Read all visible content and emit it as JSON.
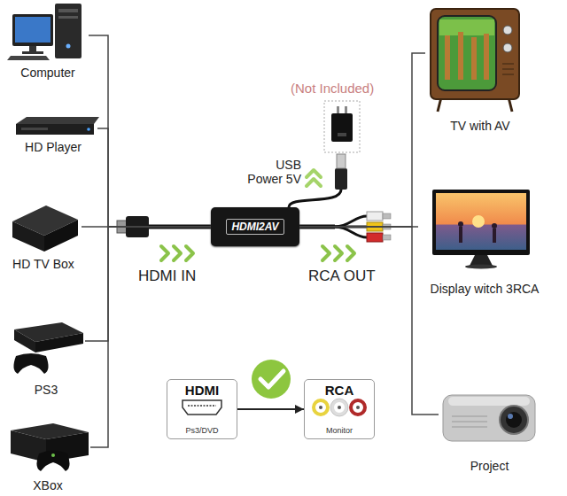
{
  "diagram": {
    "nodes": [
      {
        "text": [
          "Computer"
        ]
      },
      {
        "text": [
          "HD Player"
        ]
      },
      {
        "text": [
          "HD TV Box"
        ]
      },
      {
        "text": [
          "PS3"
        ]
      },
      {
        "text": [
          "XBox"
        ]
      },
      {
        "text": [
          "HDMI2AV"
        ]
      },
      {
        "text": [
          "TV with AV"
        ]
      },
      {
        "text": [
          "Display witch 3RCA"
        ]
      },
      {
        "text": [
          "Project"
        ]
      },
      {
        "text": [
          "HDMI",
          "Ps3/DVD"
        ]
      },
      {
        "text": [
          "RCA",
          "Monitor"
        ]
      }
    ],
    "edges": [
      {
        "from": 0,
        "to": 5,
        "arrow": "none"
      },
      {
        "from": 1,
        "to": 5,
        "arrow": "none"
      },
      {
        "from": 2,
        "to": 5,
        "arrow": "none"
      },
      {
        "from": 3,
        "to": 5,
        "arrow": "none"
      },
      {
        "from": 4,
        "to": 5,
        "arrow": "none"
      },
      {
        "from": 5,
        "to": 6,
        "arrow": "none"
      },
      {
        "from": 5,
        "to": 7,
        "arrow": "none"
      },
      {
        "from": 5,
        "to": 8,
        "arrow": "none"
      },
      {
        "from": 9,
        "to": 10,
        "arrow": "to"
      }
    ],
    "labels": [
      "(Not Included)",
      "USB Power 5V",
      "HDMI IN",
      "RCA OUT"
    ]
  }
}
